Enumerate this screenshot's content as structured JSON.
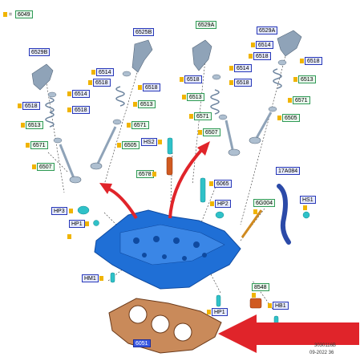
{
  "legend": {
    "marker_color": "#f0b400",
    "code": "6049"
  },
  "labels": {
    "l6529B_left": "6529B",
    "l6514_left": "6514",
    "l6518_left_a": "6518",
    "l6518_left_b": "6518",
    "l6513_left": "6513",
    "l6571_left": "6571",
    "l6507_left": "6507",
    "l6525B": "6525B",
    "l6514_midl": "6514",
    "l6518_midl_a": "6518",
    "l6518_midl_b": "6518",
    "l6513_midl": "6513",
    "l6571_midl": "6571",
    "l6505_midl": "6505",
    "l6529A_mid": "6529A",
    "l6514_mid": "6514",
    "l6518_mid_a": "6518",
    "l6518_mid_b": "6518",
    "l6513_mid": "6513",
    "l6571_mid": "6571",
    "l6507_mid": "6507",
    "l6529A_right": "6529A",
    "l6514_right": "6514",
    "l6518_right_a": "6518",
    "l6518_right_b": "6518",
    "l6513_right": "6513",
    "l6571_right": "6571",
    "l6505_right": "6505",
    "lHS2": "HS2",
    "l6578": "6578",
    "l6065": "6065",
    "l17A084": "17A084",
    "l6G004": "6G004",
    "lHS1": "HS1",
    "lHP3": "HP3",
    "lHP1_top": "HP1",
    "lHP2": "HP2",
    "lHM1": "HM1",
    "l8548": "8548",
    "lHB1": "HB1",
    "lHP1_bot": "HP1",
    "l6051": "6051"
  },
  "footer": {
    "ref": "3030116B",
    "date": "09-2022 36"
  },
  "colors": {
    "head": "#1f6fd6",
    "head_dark": "#0f4aa0",
    "gasket": "#c98a5a",
    "arrow": "#e0242a",
    "part": "#8fa3b8",
    "fastener": "#2fc1c8"
  }
}
